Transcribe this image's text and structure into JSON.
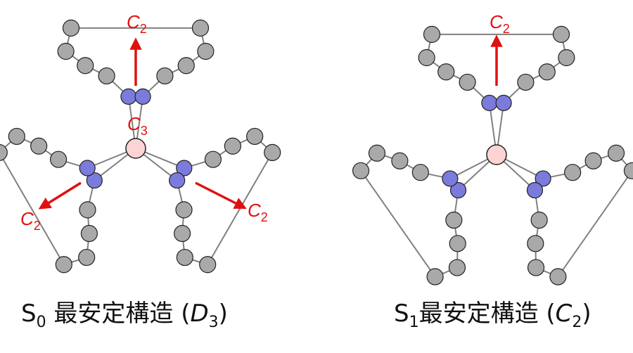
{
  "left_panel": {
    "caption": {
      "prefix": "S",
      "state_sub": "0",
      "text": " 最安定構造 (",
      "symmetry": "D",
      "symmetry_sub": "3",
      "suffix": ")"
    },
    "axis_labels": [
      {
        "main": "C",
        "sub": "2"
      },
      {
        "main": "C",
        "sub": "3"
      },
      {
        "main": "C",
        "sub": "2"
      },
      {
        "main": "C",
        "sub": "2"
      }
    ]
  },
  "right_panel": {
    "caption": {
      "prefix": "S",
      "state_sub": "1",
      "text": "最安定構造 (",
      "symmetry": "C",
      "symmetry_sub": "2",
      "suffix": ")"
    },
    "axis_labels": [
      {
        "main": "C",
        "sub": "2"
      }
    ]
  },
  "colors": {
    "carbon": "#a9a9a9",
    "nitrogen": "#7b7bdc",
    "metal": "#fcd4d4",
    "bond": "#808080",
    "arrow": "#e01010",
    "outline": "#222222"
  }
}
